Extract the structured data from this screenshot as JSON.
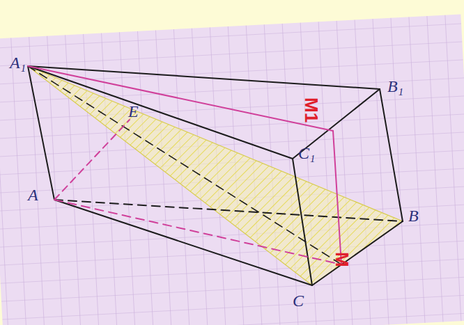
{
  "diagram": {
    "labels": [
      "A₁",
      "E",
      "B₁",
      "M1",
      "C₁",
      "A",
      "B",
      "M",
      "C"
    ]
  }
}
